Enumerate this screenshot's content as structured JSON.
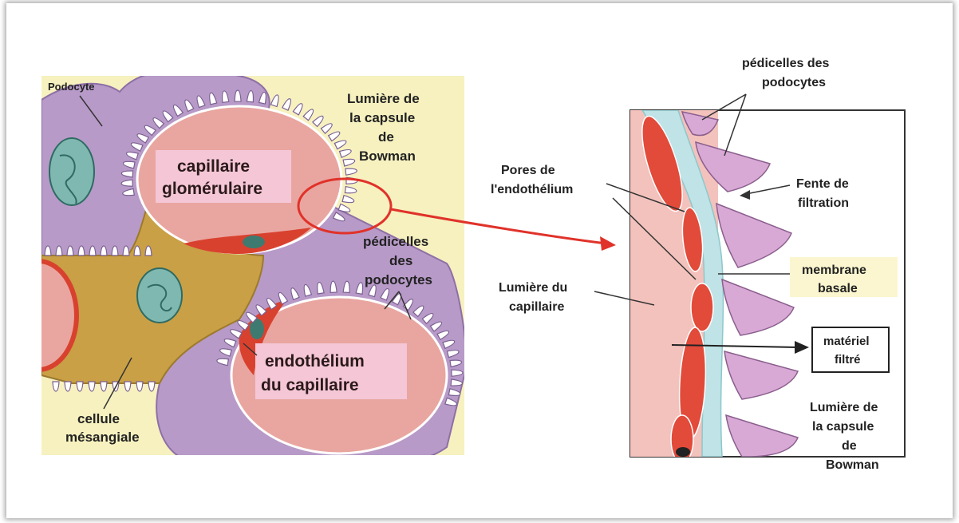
{
  "left_panel": {
    "podocyte": "Podocyte",
    "lumen_bowman": [
      "Lumière de",
      "la capsule",
      "de",
      "Bowman"
    ],
    "capillary_glomerular": [
      "capillaire",
      "glomérulaire"
    ],
    "pedicels": [
      "pédicelles",
      "des",
      "podocytes"
    ],
    "endothelium": [
      "endothélium",
      "du capillaire"
    ],
    "mesangial_cell": [
      "cellule",
      "mésangiale"
    ]
  },
  "right_panel": {
    "pedicels": [
      "pédicelles des",
      "podocytes"
    ],
    "pores": [
      "Pores de",
      "l'endothélium"
    ],
    "filtration_slit": [
      "Fente de",
      "filtration"
    ],
    "capillary_lumen": [
      "Lumière du",
      "capillaire"
    ],
    "basement_membrane": [
      "membrane",
      "basale"
    ],
    "filtered_material": [
      "matériel",
      "filtré"
    ],
    "lumen_bowman": [
      "Lumière de",
      "la capsule",
      "de",
      "Bowman"
    ]
  },
  "colors": {
    "background_panel": "#f6f1bf",
    "podocyte": "#b79ac8",
    "capillary": "#e9a6a0",
    "mesangial": "#c9a045",
    "nucleus": "#7fb8b0",
    "endothelium": "#d9412f",
    "basement": "#bfe3e6",
    "arrow": "#e0322a"
  }
}
